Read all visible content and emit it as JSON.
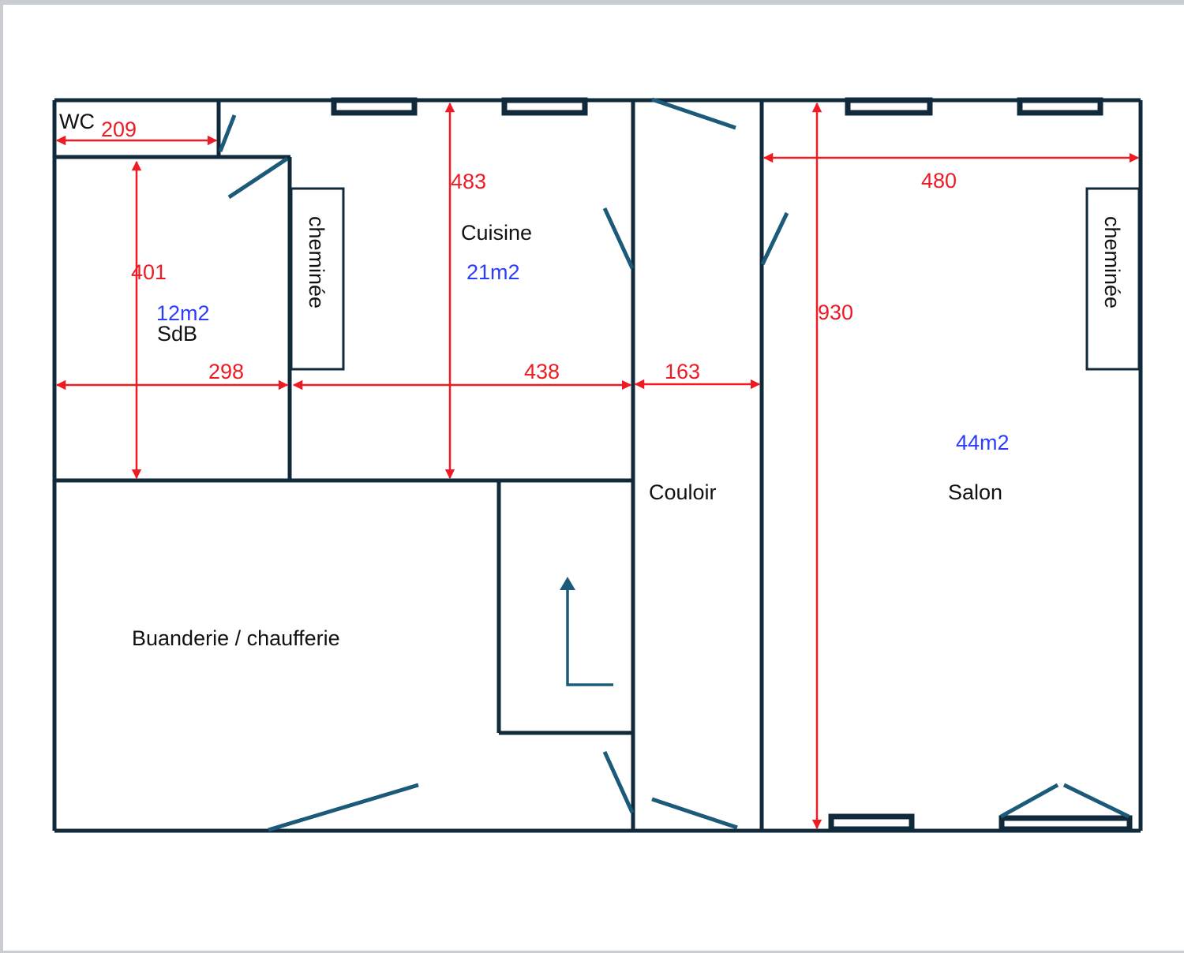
{
  "colors": {
    "wall": "#102a3c",
    "door": "#1c5a7a",
    "dimension": "#ee1b24",
    "area": "#2b3cff",
    "text": "#111111",
    "frame": "#c9ccd1"
  },
  "rooms": {
    "wc": {
      "label": "WC"
    },
    "sdb": {
      "label": "SdB",
      "area": "12m2"
    },
    "cuisine": {
      "label": "Cuisine",
      "area": "21m2"
    },
    "couloir": {
      "label": "Couloir"
    },
    "salon": {
      "label": "Salon",
      "area": "44m2"
    },
    "buanderie": {
      "label": "Buanderie / chaufferie"
    }
  },
  "fireplaces": {
    "cuisine": {
      "label": "cheminée"
    },
    "salon": {
      "label": "cheminée"
    }
  },
  "dimensions": {
    "wc_width": "209",
    "sdb_height": "401",
    "sdb_width": "298",
    "cuisine_height": "483",
    "cuisine_width": "438",
    "couloir_width": "163",
    "salon_width": "480",
    "salon_height": "930"
  },
  "stair_arrow_icon": "arrow-up-icon"
}
